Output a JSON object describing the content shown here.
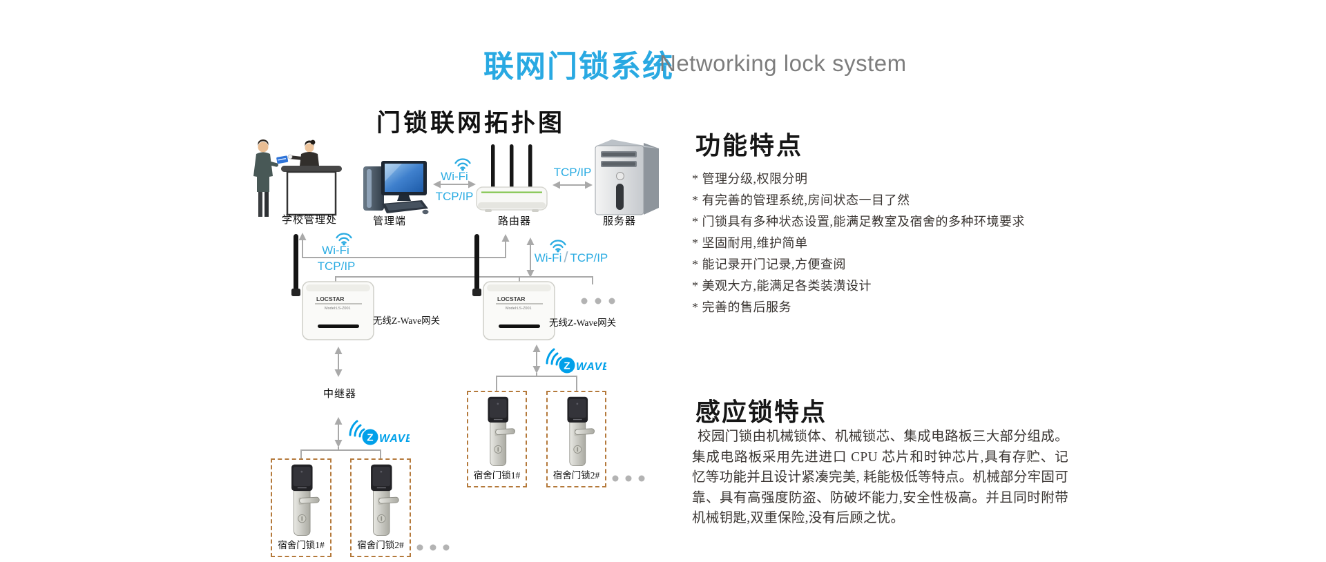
{
  "header": {
    "title_cn": "联网门锁系统",
    "title_en": "Networking lock system"
  },
  "topology": {
    "title": "门锁联网拓扑图",
    "labels": {
      "admin_office": "学校管理处",
      "management_terminal": "管理端",
      "router": "路由器",
      "server": "服务器",
      "gateway_left": "无线Z-Wave网关",
      "gateway_right": "无线Z-Wave网关",
      "repeater": "中继器",
      "lock_left_1": "宿舍门锁1#",
      "lock_left_2": "宿舍门锁2#",
      "lock_right_1": "宿舍门锁1#",
      "lock_right_2": "宿舍门锁2#"
    },
    "link_labels": {
      "wifi": "Wi-Fi",
      "tcpip": "TCP/IP",
      "slash": "/"
    },
    "gateway_device": {
      "brand": "LOCSTAR",
      "model": "Model:LS-Z001"
    },
    "zwave_logo": {
      "letter": "Z",
      "word": "WAVE"
    }
  },
  "features": {
    "heading": "功能特点",
    "items": [
      "* 管理分级,权限分明",
      "* 有完善的管理系统,房间状态一目了然",
      "* 门锁具有多种状态设置,能满足教室及宿舍的多种环境要求",
      "* 坚固耐用,维护简单",
      "* 能记录开门记录,方便查阅",
      "* 美观大方,能满足各类装潢设计",
      "* 完善的售后服务"
    ]
  },
  "sensor_lock": {
    "heading": "感应锁特点",
    "body": "校园门锁由机械锁体、机械锁芯、集成电路板三大部分组成。集成电路板采用先进进口 CPU 芯片和时钟芯片,具有存贮、记忆等功能并且设计紧凑完美, 耗能极低等特点。机械部分牢固可靠、具有高强度防盗、防破坏能力,安全性极高。并且同时附带机械钥匙,双重保险,没有后顾之忧。"
  },
  "colors": {
    "accent_blue": "#29abe2",
    "zwave_blue": "#00a0e9",
    "arrow_gray": "#a9a9a9",
    "dashed_border": "#b4793b",
    "title_gray": "#7d7d7d"
  }
}
